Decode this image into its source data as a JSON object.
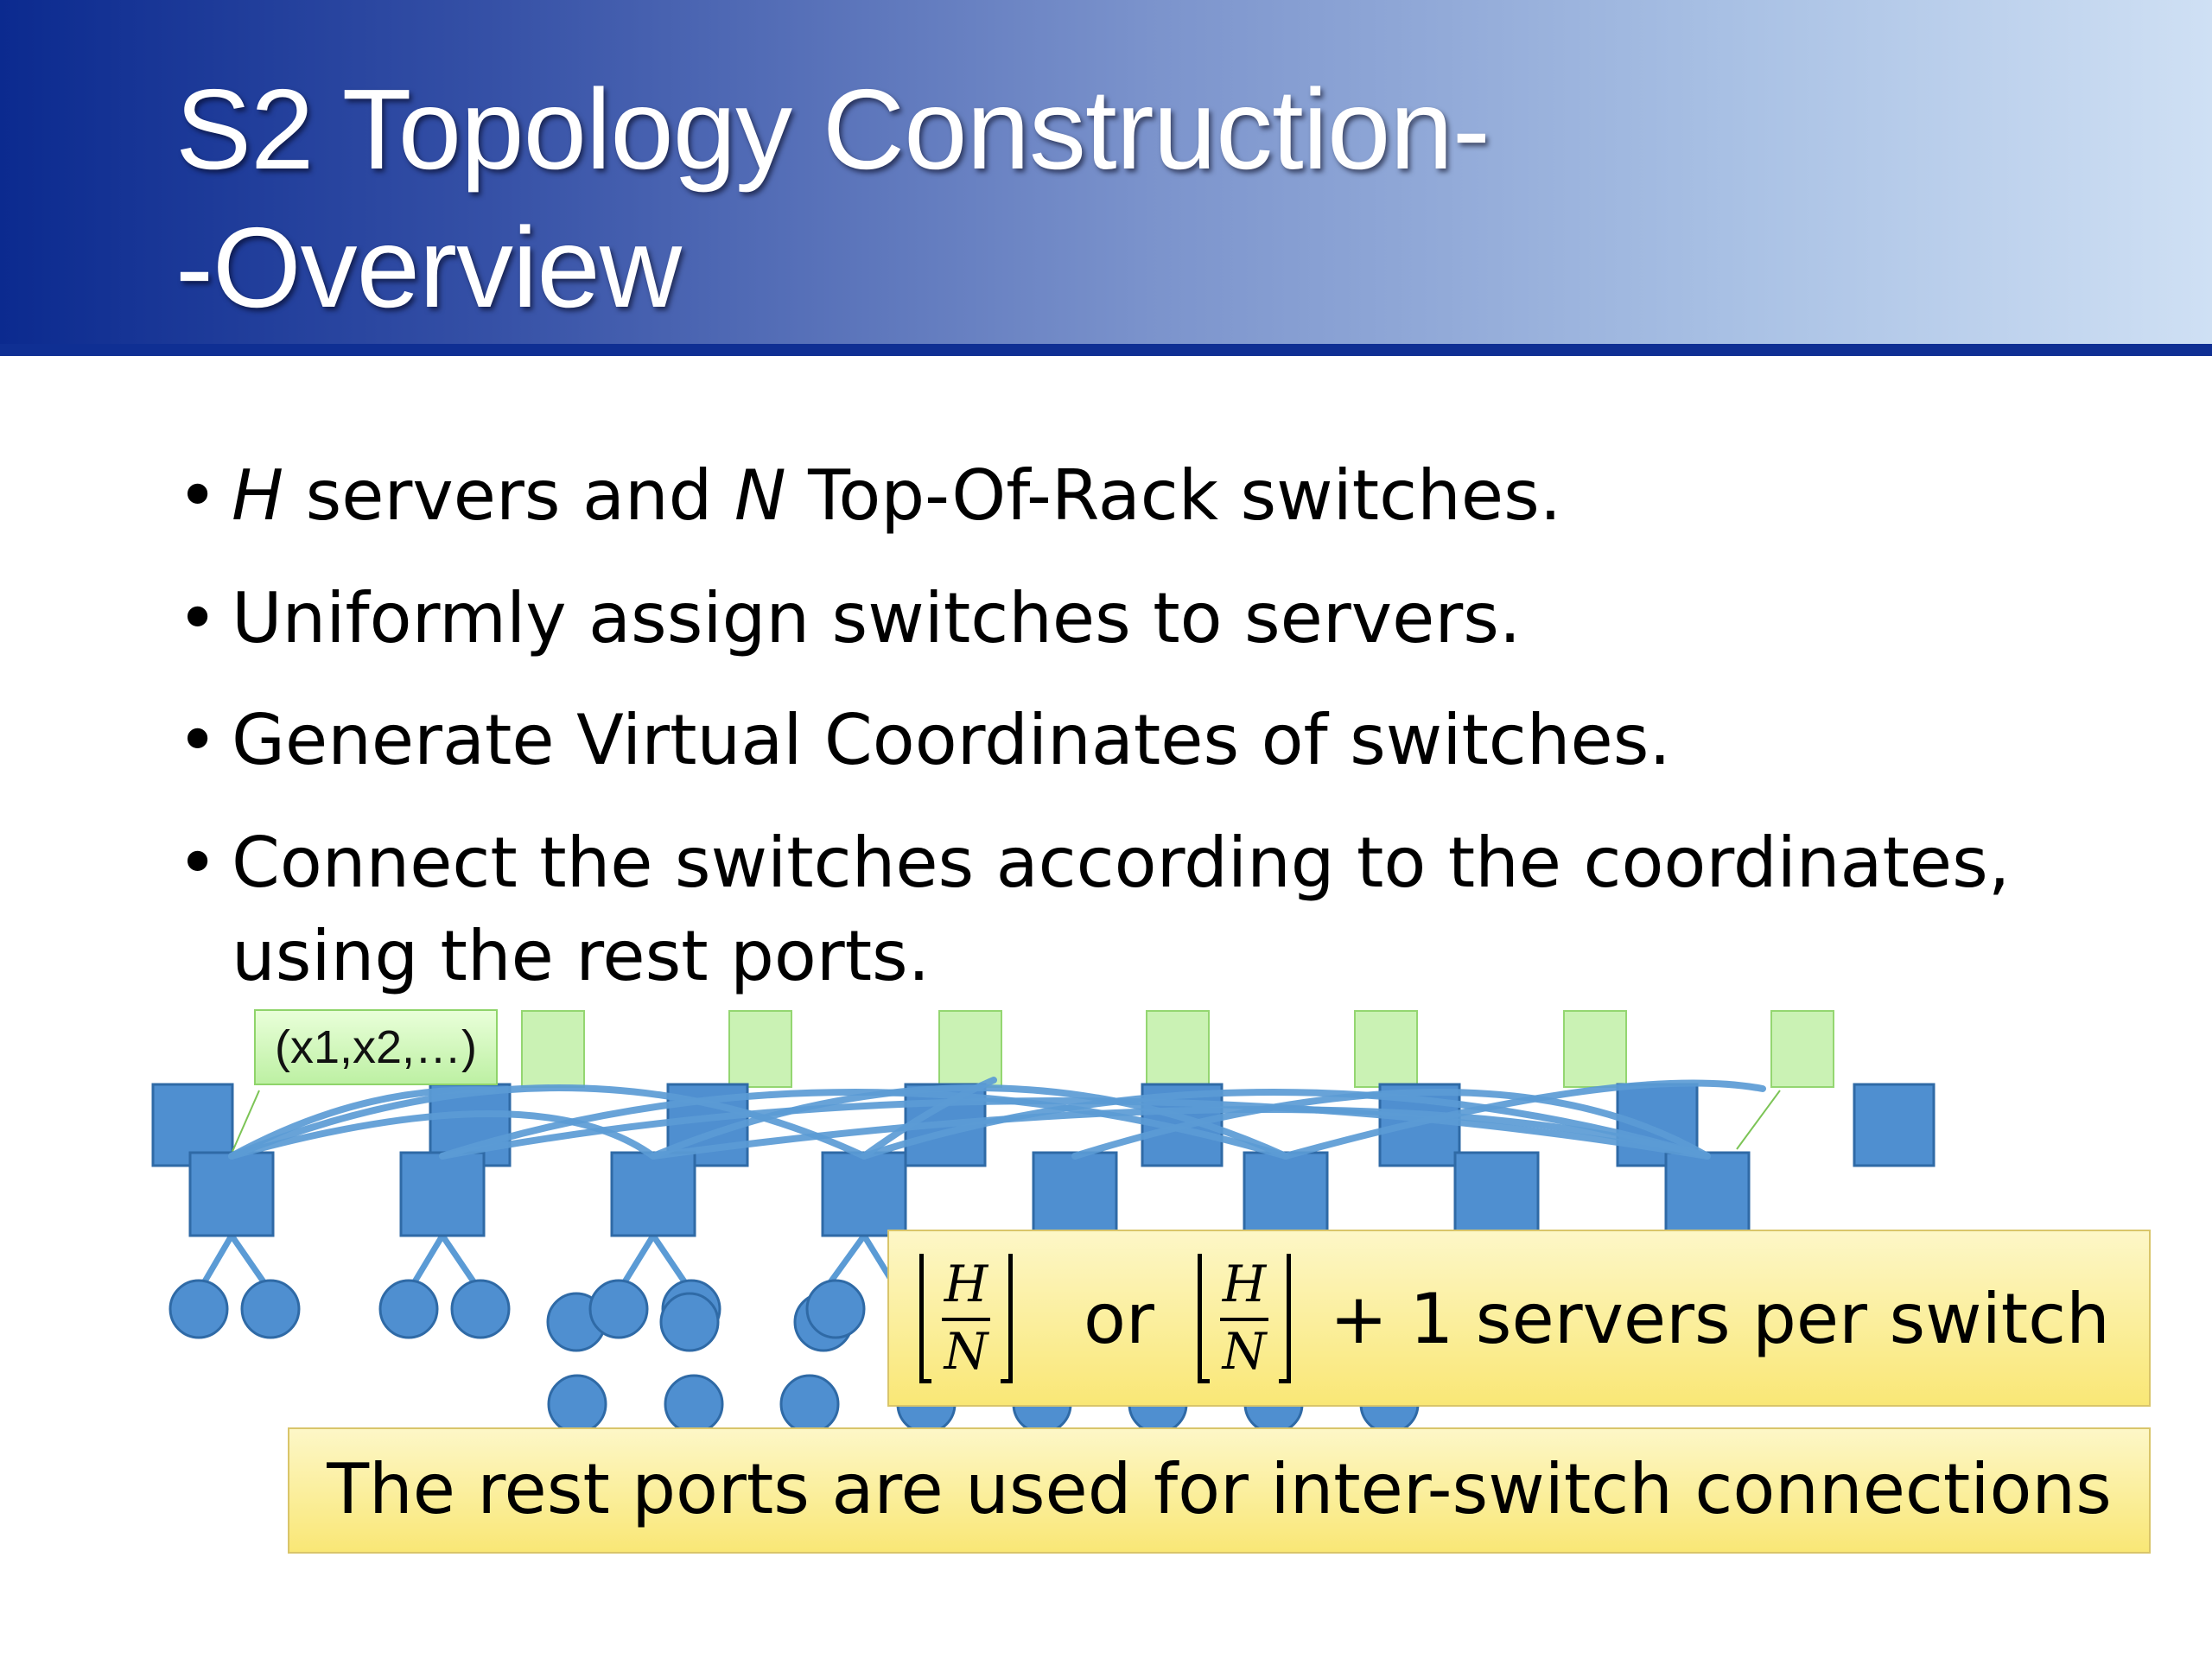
{
  "title": {
    "line1": "S2 Topology Construction-",
    "line2": "-Overview"
  },
  "bullets": [
    {
      "marker": "•",
      "parts": [
        {
          "text": "H",
          "italic": true
        },
        {
          "text": " servers and ",
          "italic": false
        },
        {
          "text": "N",
          "italic": true
        },
        {
          "text": " Top-Of-Rack switches.",
          "italic": false
        }
      ]
    },
    {
      "marker": "•",
      "text": "Uniformly assign switches to servers."
    },
    {
      "marker": "•",
      "text": "Generate Virtual Coordinates of switches."
    },
    {
      "marker": "•",
      "text": "Connect the switches according to the coordinates,",
      "continuation": "using the rest ports."
    }
  ],
  "diagram": {
    "coordinate_label": "(x1,x2,…)",
    "colors": {
      "switch": "#4f8fd0",
      "switch_border": "#2f6aa6",
      "server": "#4f8fd0",
      "link": "#5b9bd5",
      "coordinate_box": "#c8f2b0",
      "callout": "#fbeea0"
    }
  },
  "callouts": {
    "formula": {
      "numerator": "H",
      "denominator": "N",
      "or": "or",
      "suffix": "+ 1 servers per switch"
    },
    "rest_ports": "The rest ports are used for inter-switch connections"
  }
}
